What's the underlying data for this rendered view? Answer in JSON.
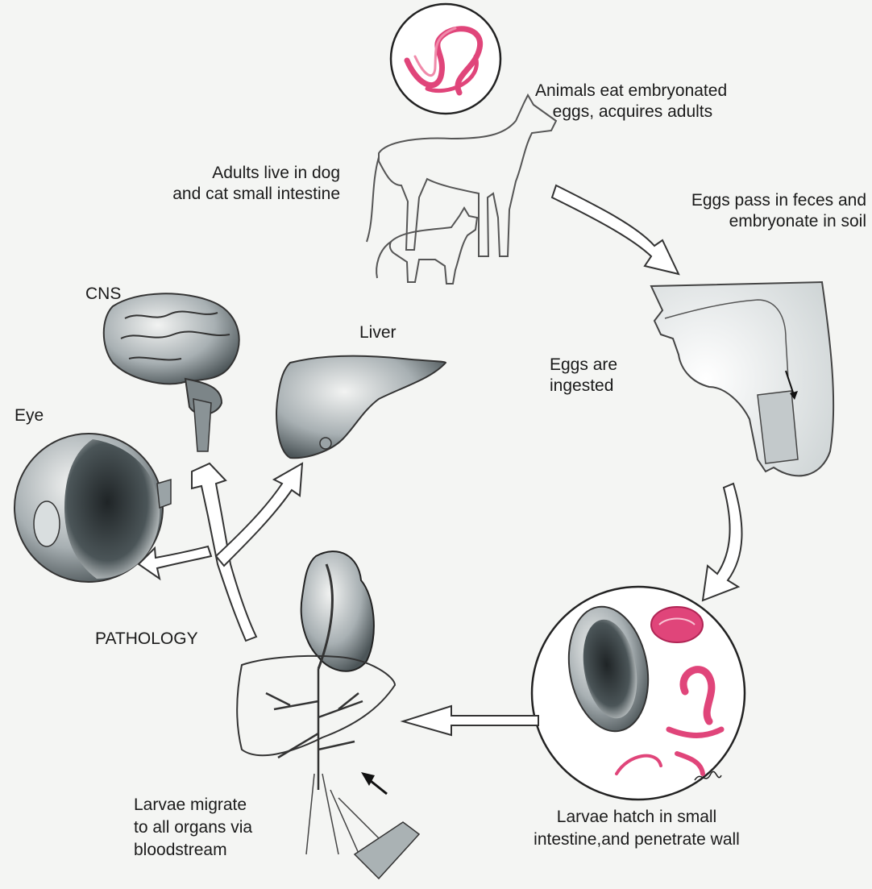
{
  "diagram": {
    "labels": {
      "animals_eat": [
        "Animals eat embryonated",
        "eggs, acquires adults"
      ],
      "adults_live": [
        "Adults live in dog",
        "and cat small intestine"
      ],
      "eggs_pass": [
        "Eggs pass in feces and",
        "embryonate in soil"
      ],
      "eggs_ingested": [
        "Eggs are",
        "ingested"
      ],
      "cns": "CNS",
      "liver": "Liver",
      "eye": "Eye",
      "pathology": "PATHOLOGY",
      "larvae_migrate": [
        "Larvae migrate",
        "to all organs via",
        "bloodstream"
      ],
      "larvae_hatch": [
        "Larvae hatch in small",
        "intestine,and penetrate wall"
      ]
    },
    "colors": {
      "worm": "#e0457a",
      "outline": "#2a2a2a",
      "organ_fill": "#9aa3a6",
      "arrow_fill": "#ffffff"
    }
  }
}
